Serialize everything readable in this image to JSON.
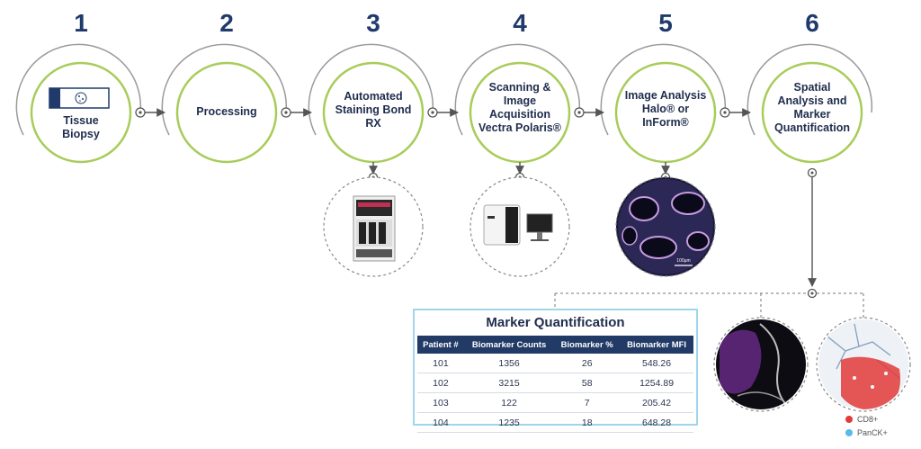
{
  "steps": [
    {
      "number": "1",
      "label": "Tissue Biopsy"
    },
    {
      "number": "2",
      "label": "Processing"
    },
    {
      "number": "3",
      "label": "Automated Staining Bond RX"
    },
    {
      "number": "4",
      "label": "Scanning & Image Acquisition Vectra Polaris®"
    },
    {
      "number": "5",
      "label": "Image Analysis Halo® or InForm®"
    },
    {
      "number": "6",
      "label": "Spatial Analysis and Marker Quantification"
    }
  ],
  "scale_bar": "100µm",
  "table": {
    "title": "Marker Quantification",
    "headers": [
      "Patient #",
      "Biomarker Counts",
      "Biomarker %",
      "Biomarker MFI"
    ],
    "rows": [
      [
        "101",
        "1356",
        "26",
        "548.26"
      ],
      [
        "102",
        "3215",
        "58",
        "1254.89"
      ],
      [
        "103",
        "122",
        "7",
        "205.42"
      ],
      [
        "104",
        "1235",
        "18",
        "648.28"
      ]
    ]
  },
  "legend": [
    {
      "label": "CD8+",
      "color": "#e03c3c"
    },
    {
      "label": "PanCK+",
      "color": "#5bb8e8"
    }
  ],
  "colors": {
    "circle_green": "#a8cc5a",
    "arc_gray": "#9a9a9a",
    "navy": "#1f3a6b"
  }
}
